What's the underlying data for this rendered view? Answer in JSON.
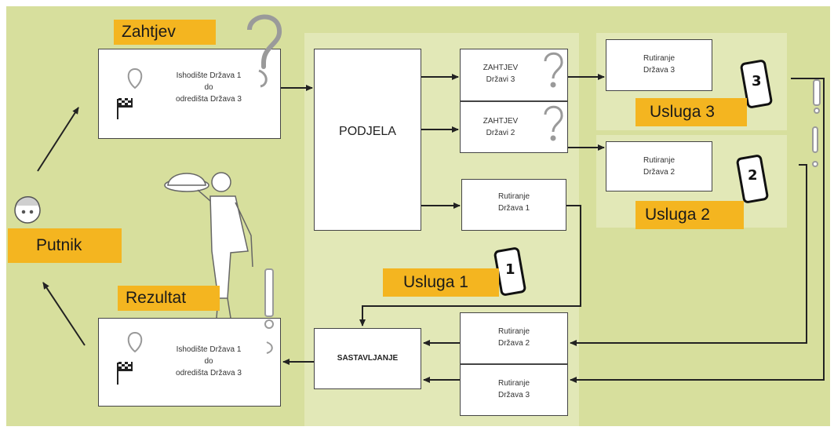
{
  "labels": {
    "zahtjev": "Zahtjev",
    "rezultat": "Rezultat",
    "putnik": "Putnik",
    "usluga1": "Usluga 1",
    "usluga2": "Usluga 2",
    "usluga3": "Usluga 3"
  },
  "request_box": {
    "line1": "Ishodište Država 1",
    "line2": "do",
    "line3": "odredišta Država 3"
  },
  "result_box": {
    "line1": "Ishodište Država 1",
    "line2": "do",
    "line3": "odredišta Država 3"
  },
  "podjela": "PODJELA",
  "sastavljanje": "SASTAVLJANJE",
  "requests": [
    {
      "line1": "ZAHTJEV",
      "line2": "Državi 3"
    },
    {
      "line1": "ZAHTJEV",
      "line2": "Državi 2"
    }
  ],
  "routing_d1": {
    "line1": "Rutiranje",
    "line2": "Država 1"
  },
  "routing_d3_top": {
    "line1": "Rutiranje",
    "line2": "Država 3"
  },
  "routing_d2_top": {
    "line1": "Rutiranje",
    "line2": "Država 2"
  },
  "routing_d2_bottom": {
    "line1": "Rutiranje",
    "line2": "Država 2"
  },
  "routing_d3_bottom": {
    "line1": "Rutiranje",
    "line2": "Država 3"
  },
  "phones": {
    "p1": "1",
    "p2": "2",
    "p3": "3"
  },
  "colors": {
    "background": "#d7df9d",
    "panel": "#e2e8b7",
    "badge": "#f4b520",
    "line": "#222222"
  }
}
